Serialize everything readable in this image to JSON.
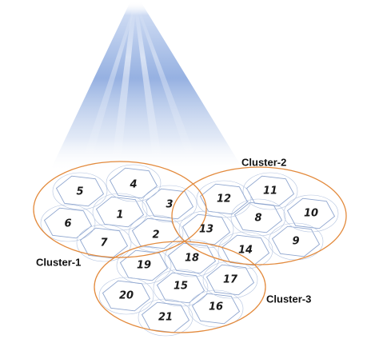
{
  "colors": {
    "beam": "#8aa8de",
    "cell_outline": "#8fa6cf",
    "cluster_outline": "#e38a3c",
    "text": "#111111"
  },
  "clusters": [
    {
      "label": "Cluster-1",
      "cells": [
        "1",
        "2",
        "3",
        "4",
        "5",
        "6",
        "7"
      ]
    },
    {
      "label": "Cluster-2",
      "cells": [
        "8",
        "9",
        "10",
        "11",
        "12",
        "13",
        "14"
      ]
    },
    {
      "label": "Cluster-3",
      "cells": [
        "15",
        "16",
        "17",
        "18",
        "19",
        "20",
        "21"
      ]
    }
  ]
}
